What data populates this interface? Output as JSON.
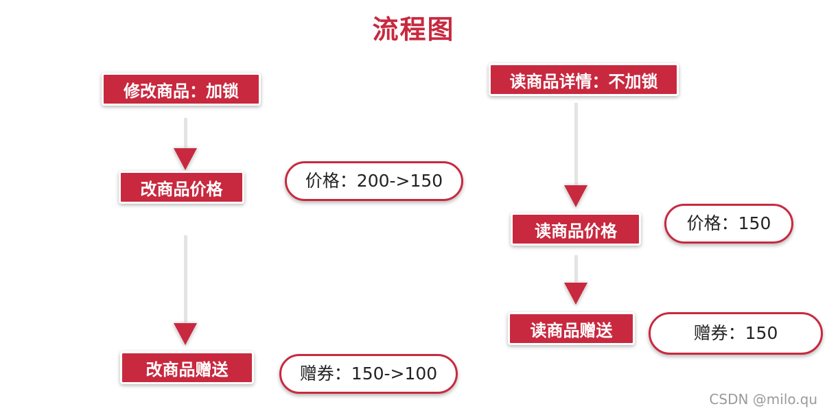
{
  "theme": {
    "accent": "#c8293f"
  },
  "diagram": {
    "title": "流程图",
    "steps": {
      "modify_lock": "修改商品：加锁",
      "modify_price": "改商品价格",
      "modify_coupon": "改商品赠送",
      "read_detail": "读商品详情：不加锁",
      "read_price": "读商品价格",
      "read_coupon": "读商品赠送"
    },
    "values": {
      "price_change": "价格：200->150",
      "coupon_change": "赠券：150->100",
      "price_read": "价格：150",
      "coupon_read": "赠券：150"
    }
  },
  "watermark": "CSDN @milo.qu"
}
